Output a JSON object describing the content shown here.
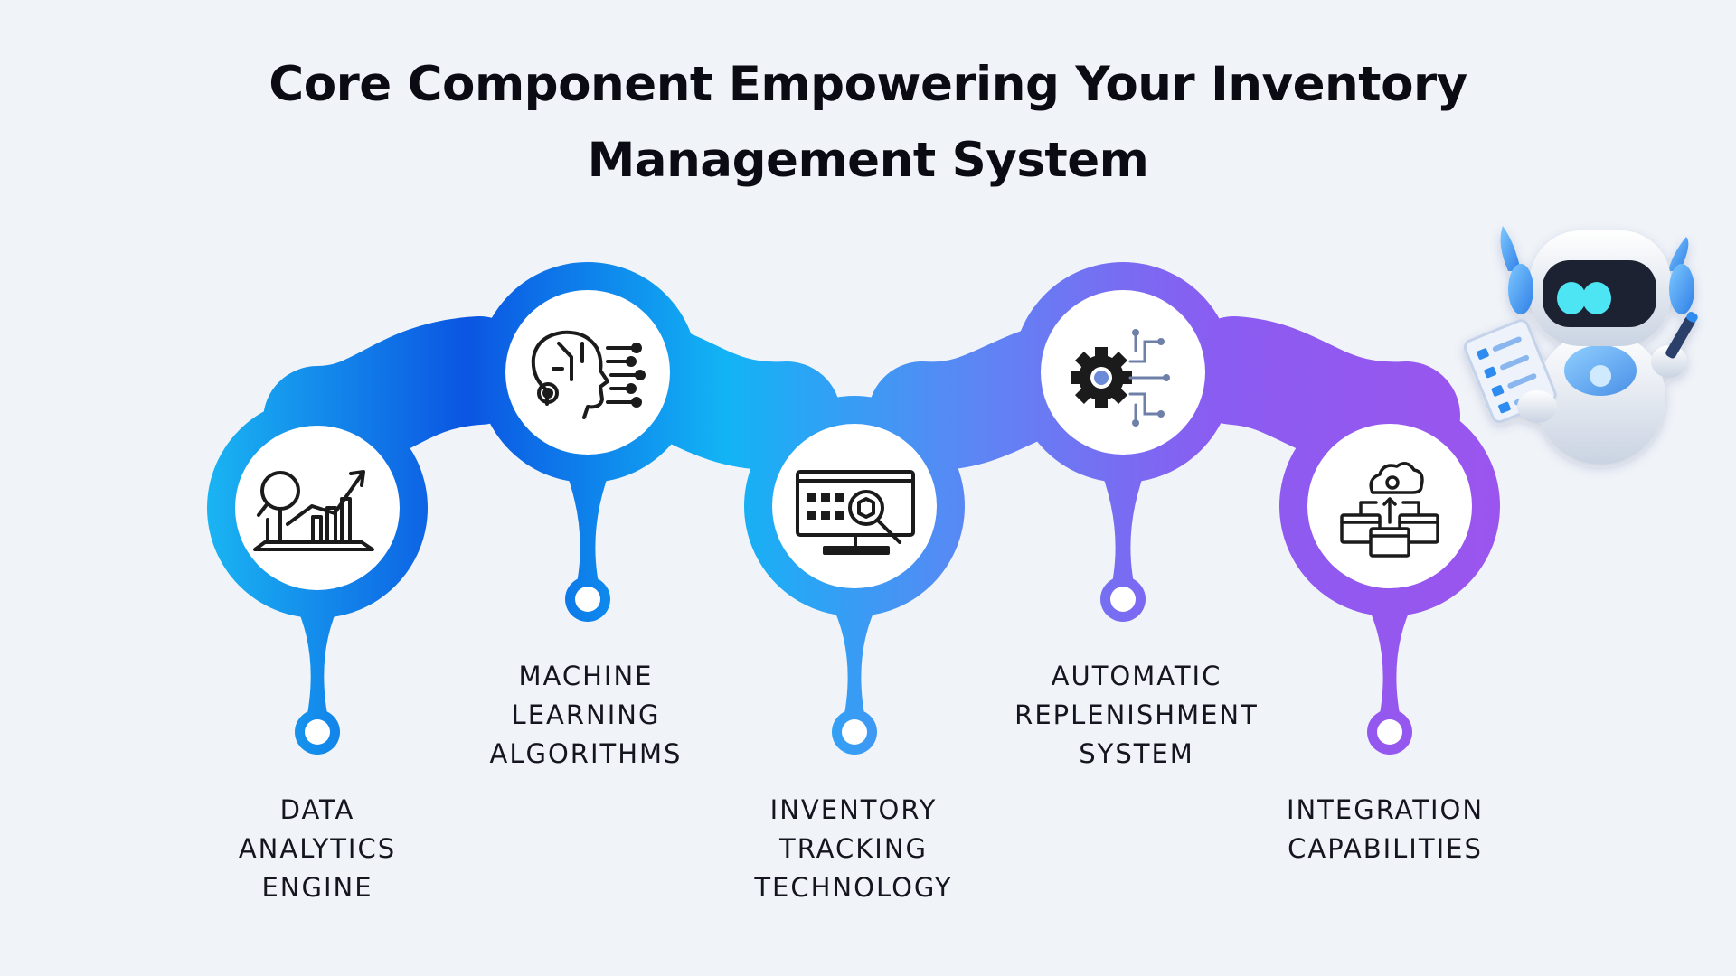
{
  "title": {
    "line1": "Core Component Empowering Your Inventory",
    "line2": "Management System"
  },
  "steps": [
    {
      "lines": [
        "DATA",
        "ANALYTICS",
        "ENGINE"
      ],
      "icon": "analytics-chart-icon",
      "color": "#18a6ef"
    },
    {
      "lines": [
        "MACHINE",
        "LEARNING",
        "ALGORITHMS"
      ],
      "icon": "ai-brain-head-icon",
      "color": "#1453e0"
    },
    {
      "lines": [
        "INVENTORY",
        "TRACKING",
        "TECHNOLOGY"
      ],
      "icon": "monitor-inventory-search-icon",
      "color": "#1aaaf0"
    },
    {
      "lines": [
        "AUTOMATIC",
        "REPLENISHMENT",
        "SYSTEM"
      ],
      "icon": "gear-circuit-icon",
      "color": "#7a6bf0"
    },
    {
      "lines": [
        "INTEGRATION",
        "CAPABILITIES"
      ],
      "icon": "cloud-integration-icon",
      "color": "#9452ee"
    }
  ],
  "mascot": {
    "icon": "robot-checklist-icon"
  }
}
